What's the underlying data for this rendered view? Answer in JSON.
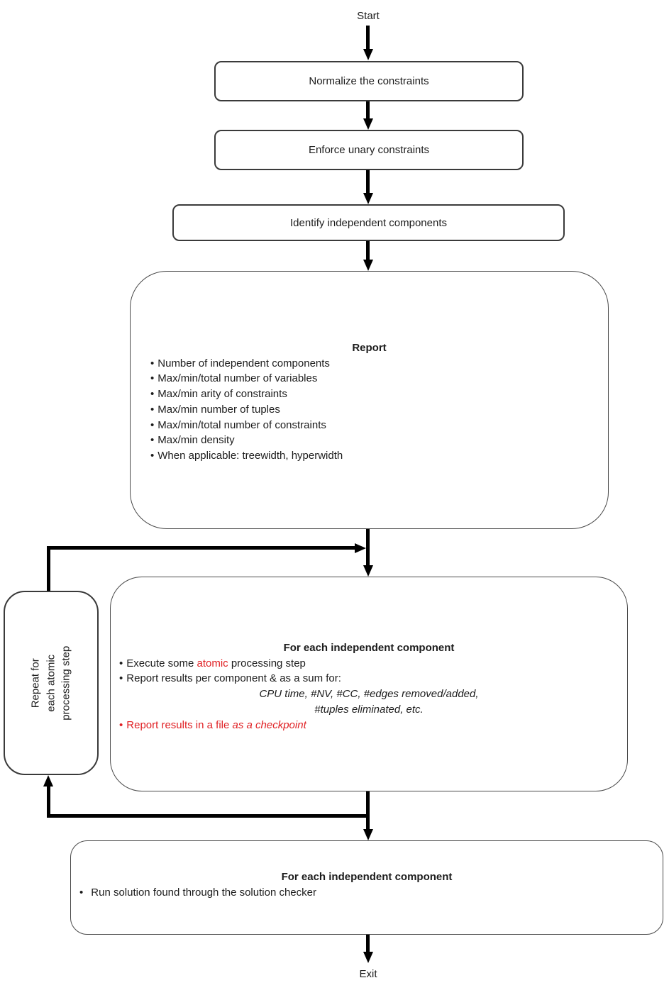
{
  "labels": {
    "start": "Start",
    "exit": "Exit"
  },
  "nodes": {
    "normalize": "Normalize the constraints",
    "enforce": "Enforce unary constraints",
    "identify": "Identify independent components"
  },
  "report": {
    "title": "Report",
    "items": [
      "Number of independent components",
      "Max/min/total number of variables",
      "Max/min arity of constraints",
      "Max/min number of tuples",
      "Max/min/total number of constraints",
      "Max/min density",
      "When applicable: treewidth, hyperwidth"
    ]
  },
  "process": {
    "title": "For each independent component",
    "bullet1": {
      "pre": "Execute some ",
      "highlight": "atomic",
      "post": " processing step"
    },
    "bullet2": "Report results per component & as a sum for:",
    "details": [
      "CPU time, #NV, #CC, #edges removed/added,",
      "#tuples eliminated, etc."
    ],
    "bullet3": {
      "main": "Report results in a file ",
      "italic": "as a checkpoint"
    }
  },
  "repeat": {
    "lines": [
      "Repeat for",
      "each atomic",
      "processing step"
    ]
  },
  "checker": {
    "title": "For each independent component",
    "bullet": "Run solution found through the solution checker"
  },
  "colors": {
    "highlight_red": "#e02024",
    "line_black": "#000000",
    "border_gray": "#4a4a4a"
  }
}
